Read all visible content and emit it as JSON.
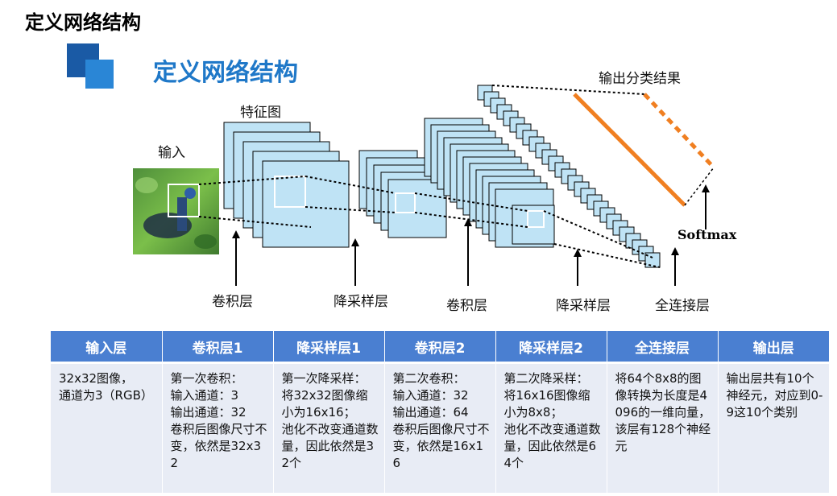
{
  "page_title": "定义网络结构",
  "banner_title": "定义网络结构",
  "diagram_labels": {
    "input": "输入",
    "feature_map": "特征图",
    "output_result": "输出分类结果",
    "softmax": "Softmax",
    "conv1": "卷积层",
    "pool1": "降采样层",
    "conv2": "卷积层",
    "pool2": "降采样层",
    "fc": "全连接层"
  },
  "colors": {
    "banner_blue": "#1f78c8",
    "header_blue": "#4a7fd1",
    "cell_bg": "#e8ecf5",
    "fmap_fill": "#bfe3f5",
    "accent_orange": "#f07f21"
  },
  "table": {
    "headers": [
      "输入层",
      "卷积层1",
      "降采样层1",
      "卷积层2",
      "降采样层2",
      "全连接层",
      "输出层"
    ],
    "cells": [
      "32x32图像，\n通道为3（RGB）",
      "第一次卷积：\n输入通道：3\n输出通道：32\n卷积后图像尺寸不变，依然是32x32",
      "第一次降采样：\n将32x32图像缩小为16x16；\n池化不改变通道数量，因此依然是32个",
      "第二次卷积：\n输入通道：32\n输出通道：64\n卷积后图像尺寸不变，依然是16x16",
      "第二次降采样：\n将16x16图像缩小为8x8；\n池化不改变通道数量，因此依然是64个",
      "将64个8x8的图像转换为长度是4096的一维向量，该层有128个神经元",
      "输出层共有10个神经元，对应到0-9这10个类别"
    ]
  }
}
